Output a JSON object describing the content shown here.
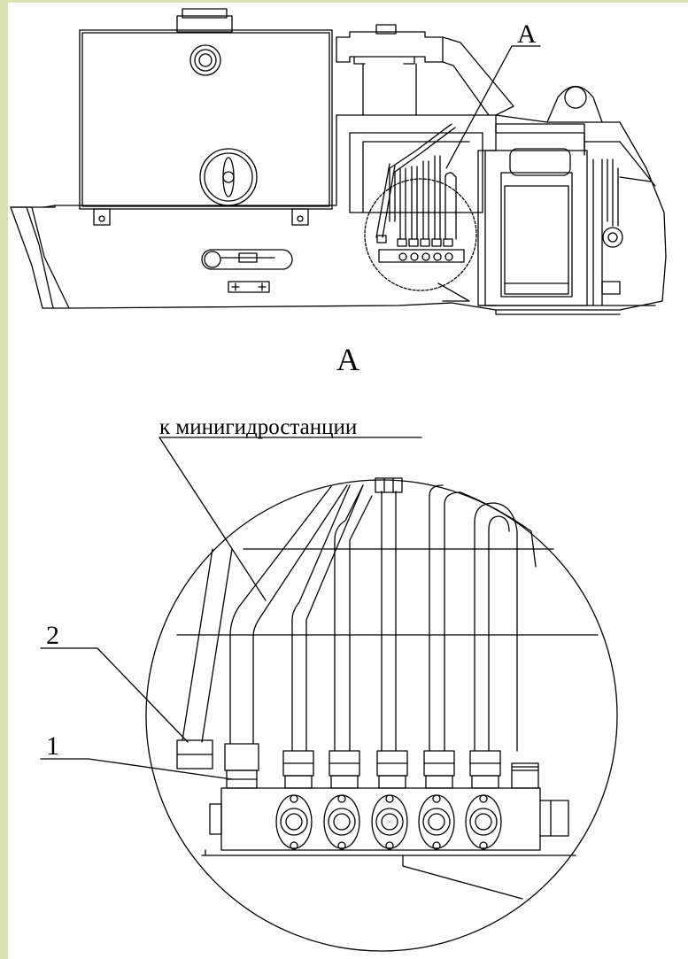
{
  "top_view": {
    "callout_letter": "A"
  },
  "detail_view": {
    "title": "A",
    "leader_text": "к минигидростанции",
    "callouts": [
      "2",
      "1"
    ]
  }
}
